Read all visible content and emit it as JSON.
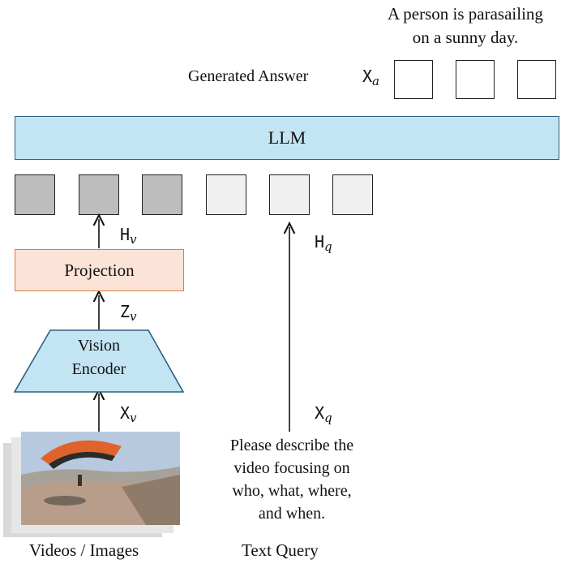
{
  "answer": {
    "line1": "A person is parasailing",
    "line2": "on a sunny day.",
    "label": "Generated Answer",
    "var_main": "X",
    "var_sub": "a"
  },
  "llm": {
    "label": "LLM"
  },
  "tokens": {
    "visual_count": 3,
    "query_count": 3
  },
  "vars": {
    "hv": {
      "main": "H",
      "sub": "v"
    },
    "hq": {
      "main": "H",
      "sub": "q"
    },
    "zv": {
      "main": "Z",
      "sub": "v"
    },
    "xv": {
      "main": "X",
      "sub": "v"
    },
    "xq": {
      "main": "X",
      "sub": "q"
    }
  },
  "projection": {
    "label": "Projection"
  },
  "encoder": {
    "line1": "Vision",
    "line2": "Encoder"
  },
  "query": {
    "line1": "Please describe the",
    "line2": "video focusing on",
    "line3": "who, what, where,",
    "line4": "and when."
  },
  "captions": {
    "videos": "Videos / Images",
    "text_query": "Text Query"
  },
  "colors": {
    "llm_fill": "#c3e4f3",
    "llm_border": "#2f5f82",
    "projection_fill": "#fbe3d7",
    "projection_border": "#e07a3a",
    "visual_token": "#bdbdbd",
    "query_token": "#f0f0f0"
  }
}
